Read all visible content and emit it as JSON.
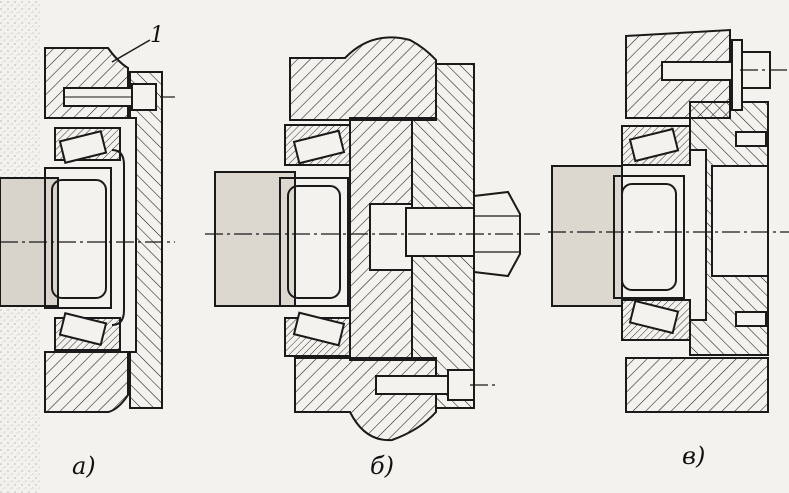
{
  "figure": {
    "callout": "1",
    "panels": [
      {
        "id": "a",
        "caption": "а)"
      },
      {
        "id": "b",
        "caption": "б)"
      },
      {
        "id": "c",
        "caption": "в)"
      }
    ]
  },
  "colors": {
    "ink": "#1a1a1a",
    "paper": "#f4f2ee",
    "shaft_shadow": "#cfcac2"
  }
}
